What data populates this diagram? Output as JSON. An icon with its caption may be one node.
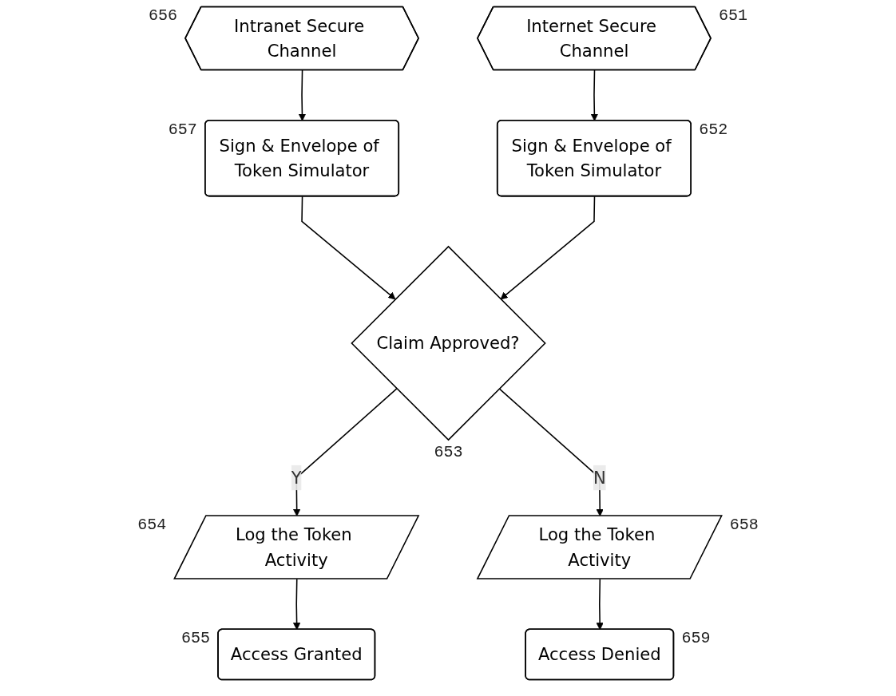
{
  "diagram": {
    "nodes": [
      {
        "text": [
          "Intranet Secure Channel"
        ],
        "beside": [
          "656"
        ]
      },
      {
        "text": [
          "Internet Secure Channel"
        ],
        "beside": [
          "651"
        ]
      },
      {
        "text": [
          "Sign & Envelope of Token Simulator"
        ],
        "beside": [
          "657"
        ]
      },
      {
        "text": [
          "Sign & Envelope of Token Simulator"
        ],
        "beside": [
          "652"
        ]
      },
      {
        "text": [
          "Claim Approved?"
        ],
        "beside": [
          "653"
        ]
      },
      {
        "text": [
          "Log the Token Activity"
        ],
        "beside": [
          "654"
        ]
      },
      {
        "text": [
          "Log the Token Activity"
        ],
        "beside": [
          "658"
        ]
      },
      {
        "text": [
          "Access Granted"
        ],
        "beside": [
          "655"
        ]
      },
      {
        "text": [
          "Access Denied"
        ],
        "beside": [
          "659"
        ]
      }
    ],
    "edges": [
      {
        "from": 0,
        "to": 2,
        "arrow": "to"
      },
      {
        "from": 1,
        "to": 3,
        "arrow": "to"
      },
      {
        "from": 2,
        "to": 4,
        "arrow": "to"
      },
      {
        "from": 3,
        "to": 4,
        "arrow": "to"
      },
      {
        "from": 4,
        "to": 5,
        "label": "Y",
        "arrow": "to"
      },
      {
        "from": 4,
        "to": 6,
        "label": "N",
        "arrow": "to"
      },
      {
        "from": 5,
        "to": 7,
        "arrow": "to"
      },
      {
        "from": 6,
        "to": 8,
        "arrow": "to"
      }
    ]
  }
}
